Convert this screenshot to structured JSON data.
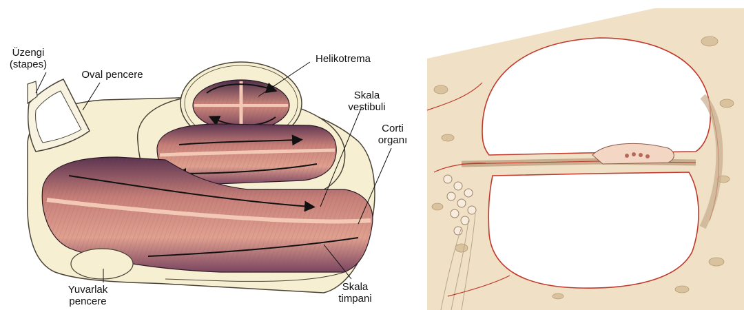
{
  "colors": {
    "cochlea_casing": "#f6efd2",
    "casing_outline": "#4a4236",
    "duct_muscle_light": "#d98f80",
    "duct_muscle_dark": "#4b2e4a",
    "duct_lining": "#f3c9b5",
    "arrow": "#111111",
    "bone": "#efe0c6",
    "bone_shade": "#c7ad8d",
    "vessel_red": "#c0392b"
  },
  "left_diagram": {
    "labels": {
      "stapes": "Üzengi\n(stapes)",
      "oval_window": "Oval pencere",
      "helicotrema": "Helikotrema",
      "scala_vestibuli": "Skala\nvestibuli",
      "organ_of_corti": "Corti\norganı",
      "round_window": "Yuvarlak\npencere",
      "scala_tympani": "Skala\ntimpani"
    }
  },
  "right_image": {
    "icon": "cochlea-cross-section-illustration"
  }
}
